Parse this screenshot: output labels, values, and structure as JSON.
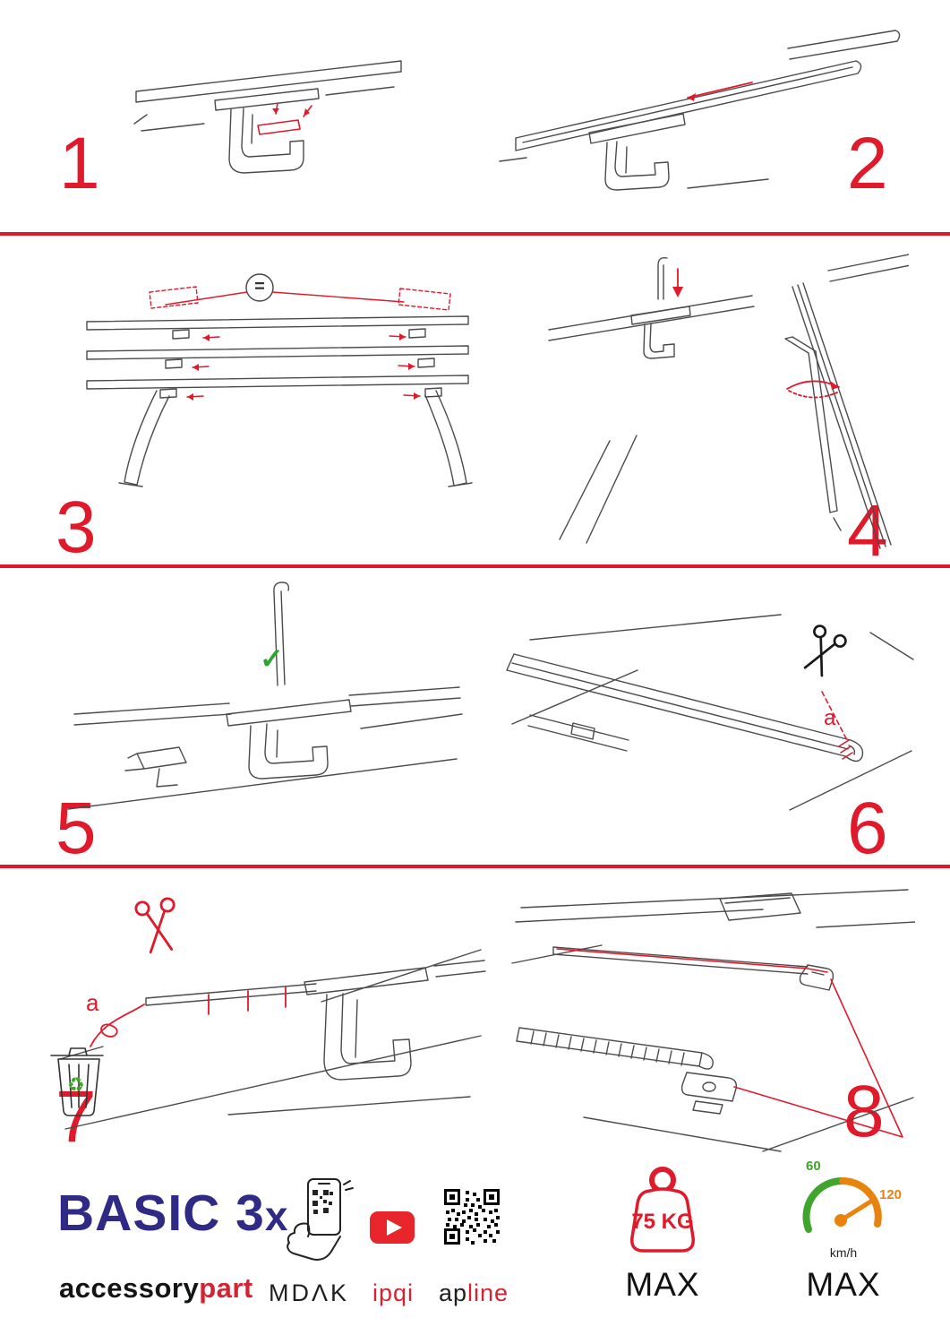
{
  "accent": "#e01a2b",
  "steps": [
    "1",
    "2",
    "3",
    "4",
    "5",
    "6",
    "7",
    "8"
  ],
  "labels": {
    "equal": "=",
    "a6": "a",
    "a7": "a",
    "check": "✓",
    "recycle": "♻"
  },
  "footer": {
    "logo_main": "BASIC 3",
    "logo_suffix": "x",
    "tagline_left": "accessory",
    "tagline_right": "part",
    "brand_mdak": "MDΛK",
    "brand_ipqi": "ipqi",
    "brand_ap": "ap",
    "brand_line": "line",
    "weight_value": "75 KG",
    "weight_max": "MAX",
    "speed_min": "60",
    "speed_max_tick": "120",
    "speed_unit": "km/h",
    "speed_max": "MAX"
  }
}
